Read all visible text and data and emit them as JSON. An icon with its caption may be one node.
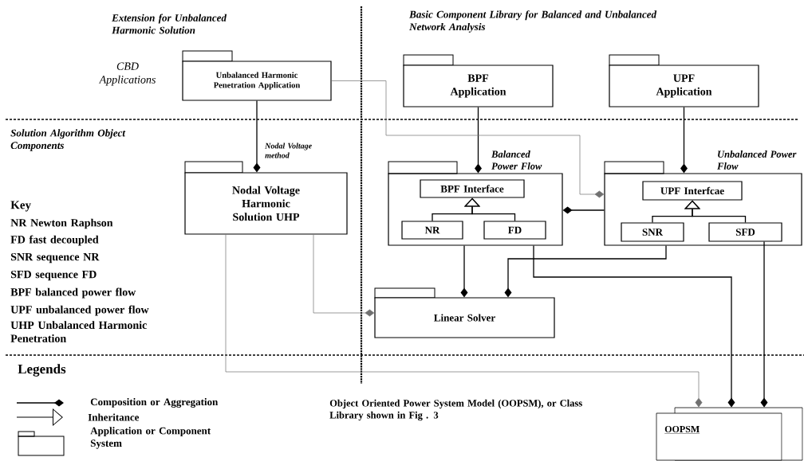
{
  "diagram": {
    "nodes": [
      {
        "text": [
          "Unbalanced Harmonic Penetration Application"
        ]
      },
      {
        "text": [
          "BPF Application"
        ]
      },
      {
        "text": [
          "UPF Application"
        ]
      },
      {
        "text": [
          "Nodal Voltage Harmonic Solution UHP"
        ]
      },
      {
        "text": [
          "Balanced Power Flow"
        ]
      },
      {
        "text": [
          "BPF Interface"
        ],
        "in": 4
      },
      {
        "text": [
          "NR"
        ],
        "in": 4
      },
      {
        "text": [
          "FD"
        ],
        "in": 4
      },
      {
        "text": [
          "Unbalanced Power Flow"
        ]
      },
      {
        "text": [
          "UPF Interfcae"
        ],
        "in": 8
      },
      {
        "text": [
          "SNR"
        ],
        "in": 8
      },
      {
        "text": [
          "SFD"
        ],
        "in": 8
      },
      {
        "text": [
          "Linear Solver"
        ]
      },
      {
        "text": [
          "OOPSM"
        ]
      }
    ],
    "edges": [
      {
        "from": 0,
        "to": 3,
        "arrow": "other",
        "label": "Nodal Voltage method"
      },
      {
        "from": 1,
        "to": 4,
        "arrow": "other"
      },
      {
        "from": 2,
        "to": 8,
        "arrow": "other"
      },
      {
        "from": 0,
        "to": 8,
        "arrow": "other",
        "color": "#707070"
      },
      {
        "from": 8,
        "to": 4,
        "arrow": "other"
      },
      {
        "from": 4,
        "to": 12,
        "arrow": "other"
      },
      {
        "from": 8,
        "to": 12,
        "arrow": "other"
      },
      {
        "from": 4,
        "to": 13,
        "arrow": "other"
      },
      {
        "from": 11,
        "to": 13,
        "arrow": "other"
      },
      {
        "from": 3,
        "to": 12,
        "arrow": "other",
        "color": "#707070"
      },
      {
        "from": 3,
        "to": 13,
        "arrow": "other",
        "color": "#707070"
      },
      {
        "from": 6,
        "to": 5,
        "arrow": "to"
      },
      {
        "from": 7,
        "to": 5,
        "arrow": "to"
      },
      {
        "from": 10,
        "to": 9,
        "arrow": "to"
      },
      {
        "from": 11,
        "to": 9,
        "arrow": "to"
      }
    ],
    "labels": [
      "Extension for Unbalanced Harmonic Solution",
      "Basic Component Library for Balanced and Unbalanced Network Analysis",
      "CBD Applications",
      "Solution Algorithm Object Components",
      "Key",
      "NR Newton Raphson",
      "FD fast decoupled",
      "SNR sequence NR",
      "SFD sequence FD",
      "BPF balanced power flow",
      "UPF unbalanced power flow",
      "UHP Unbalanced Harmonic Penetration",
      "Legends",
      "Object Oriented Power System Model (OOPSM), or Class Library shown in Fig . 3"
    ],
    "legend": [
      {
        "text": "Composition or Aggregation"
      },
      {
        "text": "Inheritance"
      },
      {
        "text": "Application or Component System"
      }
    ]
  }
}
